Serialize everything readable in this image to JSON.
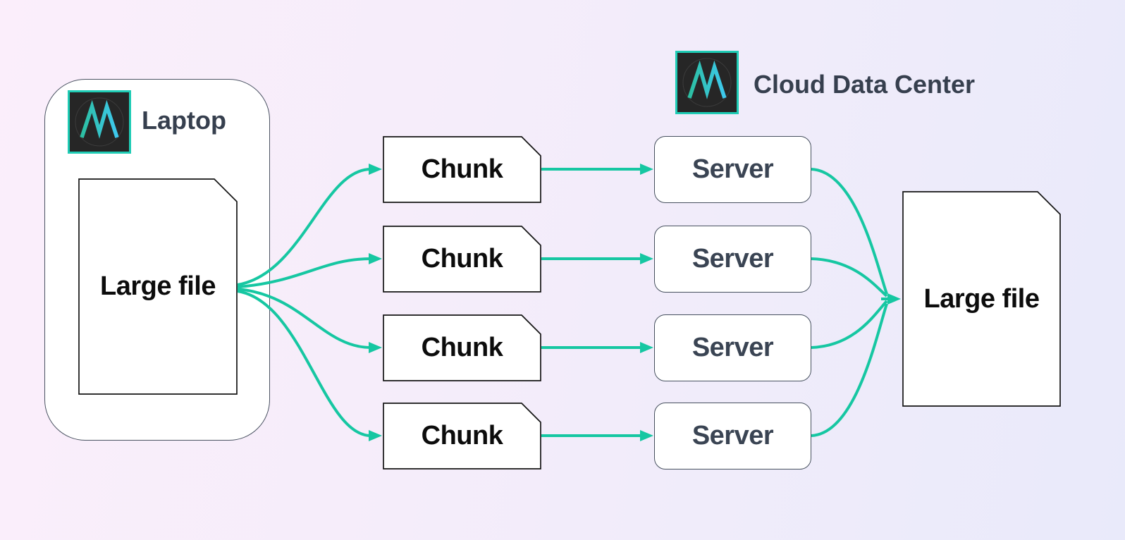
{
  "diagram": {
    "title_left": "Laptop",
    "title_right": "Cloud Data Center",
    "laptop": {
      "title": "Laptop",
      "file": {
        "label": "Large file"
      }
    },
    "chunks": [
      {
        "label": "Chunk"
      },
      {
        "label": "Chunk"
      },
      {
        "label": "Chunk"
      },
      {
        "label": "Chunk"
      }
    ],
    "cloud": {
      "title": "Cloud Data Center",
      "servers": [
        {
          "label": "Server"
        },
        {
          "label": "Server"
        },
        {
          "label": "Server"
        },
        {
          "label": "Server"
        }
      ],
      "file": {
        "label": "Large file"
      }
    },
    "icons": {
      "laptop_logo": "m-zigzag-logo-icon",
      "cloud_logo": "m-zigzag-logo-icon"
    },
    "colors": {
      "arrow": "#16c7a2",
      "logo_border": "#1fccb5",
      "logo_background": "#262626",
      "logo_m_gradient_start": "#2cbfa2",
      "logo_m_gradient_end": "#3ec9ee",
      "container_border": "#4a5362",
      "node_border": "#141414",
      "title_text": "#363f4e",
      "node_text": "#0c0c0c",
      "server_text": "#3a4453",
      "background_left": "#fbeefb",
      "background_right": "#e9eafa"
    }
  }
}
